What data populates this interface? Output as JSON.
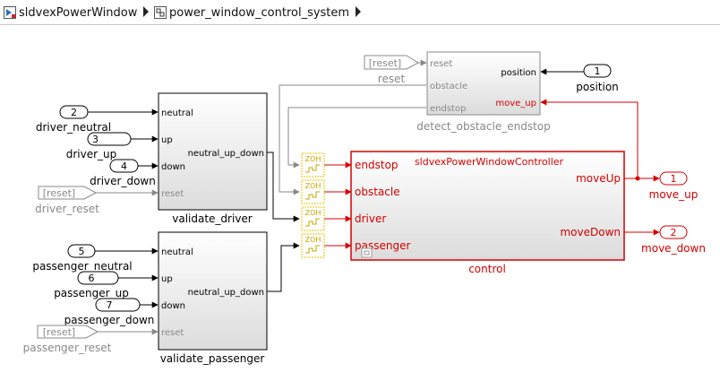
{
  "breadcrumb": {
    "model": "sldvexPowerWindow",
    "subsystem": "power_window_control_system"
  },
  "inports": {
    "driver_neutral": {
      "number": "2",
      "name": "driver_neutral"
    },
    "driver_up": {
      "number": "3",
      "name": "driver_up"
    },
    "driver_down": {
      "number": "4",
      "name": "driver_down"
    },
    "passenger_neutral": {
      "number": "5",
      "name": "passenger_neutral"
    },
    "passenger_up": {
      "number": "6",
      "name": "passenger_up"
    },
    "passenger_down": {
      "number": "7",
      "name": "passenger_down"
    },
    "position": {
      "number": "1",
      "name": "position"
    }
  },
  "froms": {
    "driver_reset": {
      "tag": "[reset]",
      "name": "driver_reset"
    },
    "passenger_reset": {
      "tag": "[reset]",
      "name": "passenger_reset"
    },
    "reset": {
      "tag": "[reset]",
      "name": "reset"
    }
  },
  "validate_driver": {
    "name": "validate_driver",
    "in": [
      "neutral",
      "up",
      "down",
      "reset"
    ],
    "out": "neutral_up_down"
  },
  "validate_passenger": {
    "name": "validate_passenger",
    "in": [
      "neutral",
      "up",
      "down",
      "reset"
    ],
    "out": "neutral_up_down"
  },
  "detect": {
    "name": "detect_obstacle_endstop",
    "in": [
      "reset",
      "obstacle",
      "endstop"
    ],
    "out": [
      "position",
      "move_up"
    ]
  },
  "control": {
    "name": "control",
    "title": "sldvexPowerWindowController",
    "in": [
      "endstop",
      "obstacle",
      "driver",
      "passenger"
    ],
    "out": [
      "moveUp",
      "moveDown"
    ]
  },
  "zoh_label": "ZOH",
  "outports": {
    "move_up": {
      "number": "1",
      "name": "move_up"
    },
    "move_down": {
      "number": "2",
      "name": "move_down"
    }
  },
  "colors": {
    "active": "#d40000",
    "inactive": "#888888",
    "zoh": "#e8c000"
  }
}
